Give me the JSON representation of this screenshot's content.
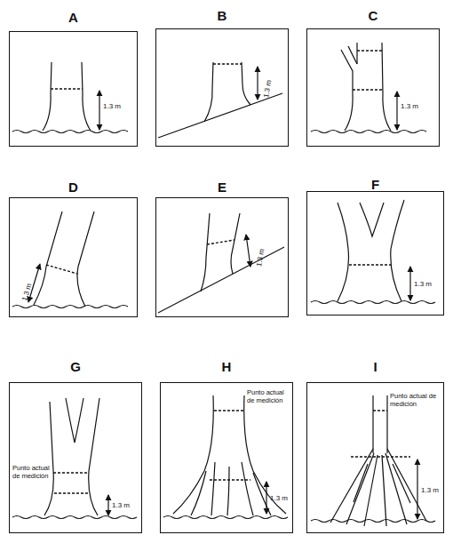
{
  "diagram": {
    "nodes": [
      {
        "text": [
          "A",
          "1.3 m"
        ]
      },
      {
        "text": [
          "B",
          "1.3 m"
        ]
      },
      {
        "text": [
          "C",
          "1.3 m"
        ]
      },
      {
        "text": [
          "D",
          "1.3 m"
        ]
      },
      {
        "text": [
          "E",
          "1.3 m"
        ]
      },
      {
        "text": [
          "F",
          "1.3 m"
        ]
      },
      {
        "text": [
          "G",
          "1.3 m",
          "Punto actual de medición"
        ]
      },
      {
        "text": [
          "H",
          "1.3 m",
          "Punto actual de medición"
        ]
      },
      {
        "text": [
          "I",
          "1.3 m",
          "Punto actual de medición"
        ]
      }
    ]
  }
}
